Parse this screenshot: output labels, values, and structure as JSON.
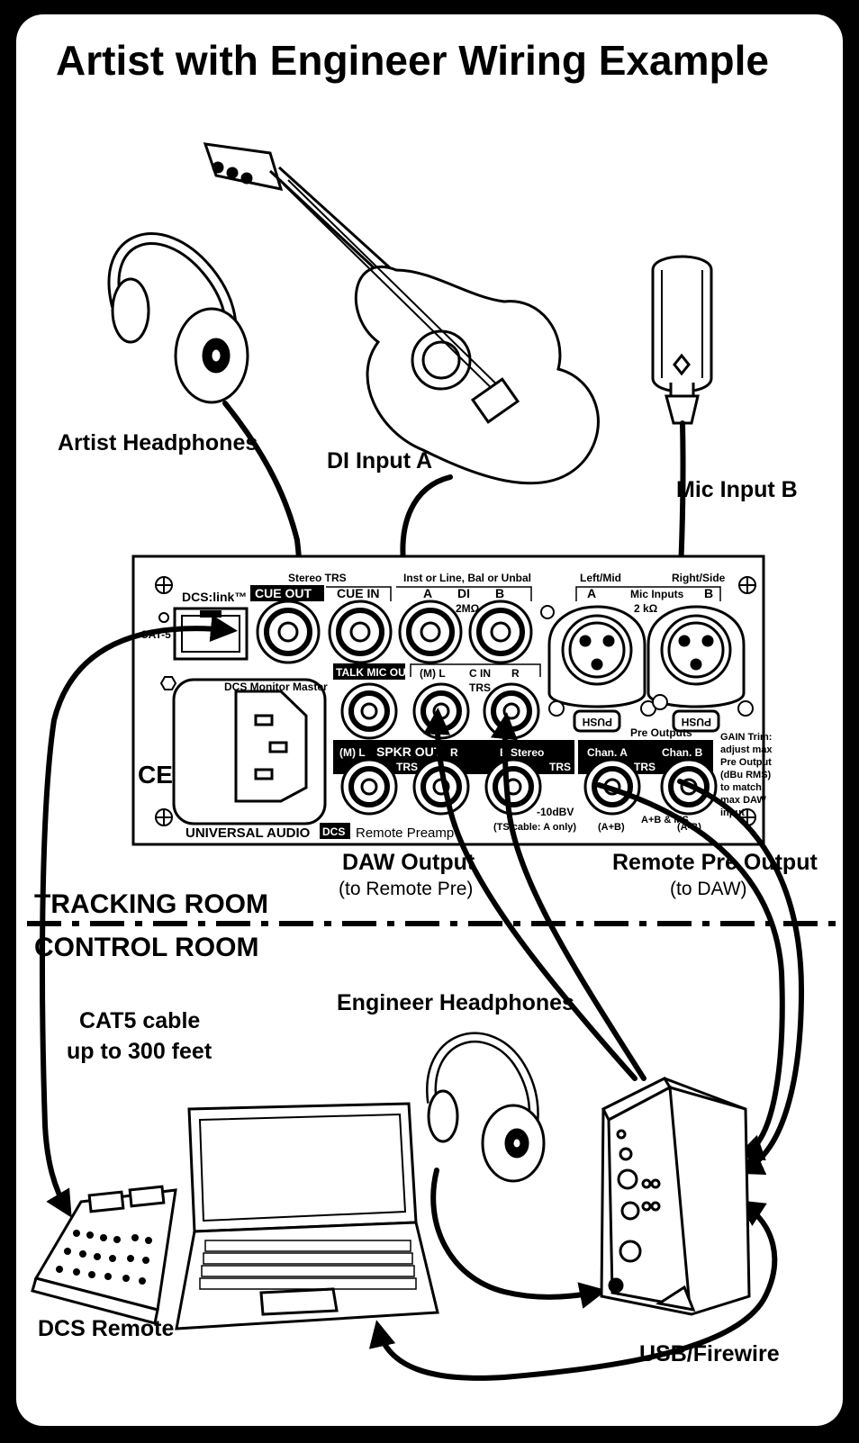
{
  "title": "Artist with Engineer Wiring Example",
  "labels": {
    "artist_headphones": "Artist Headphones",
    "di_input": "DI Input A",
    "mic_input": "Mic Input B",
    "daw_output": "DAW Output",
    "daw_output_sub": "(to Remote Pre)",
    "remote_pre_output": "Remote Pre Output",
    "remote_pre_output_sub": "(to DAW)",
    "tracking_room": "TRACKING ROOM",
    "control_room": "CONTROL ROOM",
    "engineer_headphones": "Engineer Headphones",
    "cat5_line1": "CAT5 cable",
    "cat5_line2": "up to 300 feet",
    "dcs_remote": "DCS Remote",
    "usb_firewire": "USB/Firewire"
  },
  "panel": {
    "dcs_link": "DCS:link™",
    "cat5": "CAT-5",
    "stereo_trs": "Stereo TRS",
    "cue_out": "CUE OUT",
    "cue_in": "CUE IN",
    "inst_line": "Inst or Line, Bal or Unbal",
    "a": "A",
    "di": "DI",
    "b": "B",
    "two_meg": "2MΩ",
    "left_mid": "Left/Mid",
    "right_side": "Right/Side",
    "mic_inputs": "Mic Inputs",
    "two_k": "2 kΩ",
    "push": "PUSH",
    "dcs_monitor_master": "DCS Monitor Master",
    "talk_mic_out": "TALK MIC OUT",
    "m_l": "(M) L",
    "c_in": "C IN",
    "r": "R",
    "trs": "TRS",
    "spkr_out": "SPKR OUT",
    "b_stereo": "B Stereo",
    "minus10": "-10dBV",
    "ts_cable": "(TS cable: A only)",
    "pre_outputs": "Pre Outputs",
    "chan_a": "Chan. A",
    "chan_b": "Chan. B",
    "a_plus_b": "(A+B)",
    "ab_ms": "A+B & MS",
    "a_minus_b": "(A-B)",
    "gain_trim": [
      "GAIN Trim:",
      "adjust max",
      "Pre Output",
      "(dBu RMS)",
      "to match",
      "max DAW",
      "input"
    ],
    "ce": "CE",
    "universal_audio": "UNIVERSAL AUDIO",
    "dcs_logo": "DCS",
    "remote_preamp": "Remote Preamp"
  }
}
